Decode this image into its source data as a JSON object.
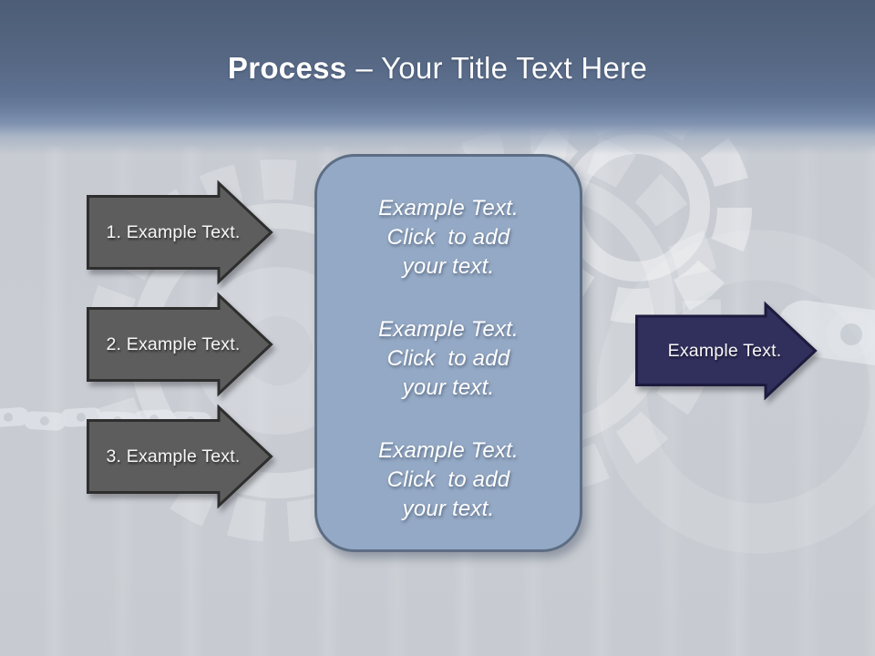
{
  "title": {
    "emphasis": "Process",
    "rest": "– Your Title Text Here"
  },
  "left_arrows": [
    {
      "label": "1. Example Text."
    },
    {
      "label": "2. Example Text."
    },
    {
      "label": "3. Example Text."
    }
  ],
  "center_box": {
    "paragraphs": [
      {
        "line1": "Example Text.",
        "line2": "Click  to add",
        "line3": "your text."
      },
      {
        "line1": "Example Text.",
        "line2": "Click  to add",
        "line3": "your text."
      },
      {
        "line1": "Example Text.",
        "line2": "Click  to add",
        "line3": "your text."
      }
    ]
  },
  "right_arrow": {
    "label": "Example Text."
  },
  "colors": {
    "header_top": "#4d5d77",
    "header_mid": "#7b90b0",
    "background": "#c9cdd3",
    "arrow_gray_fill": "#5d5d5d",
    "arrow_gray_border": "#2e2e2e",
    "arrow_navy_fill": "#312f5c",
    "arrow_navy_border": "#1d1b3e",
    "box_fill": "#94a9c5",
    "box_border": "#5d6e84",
    "text_white": "#ffffff"
  }
}
